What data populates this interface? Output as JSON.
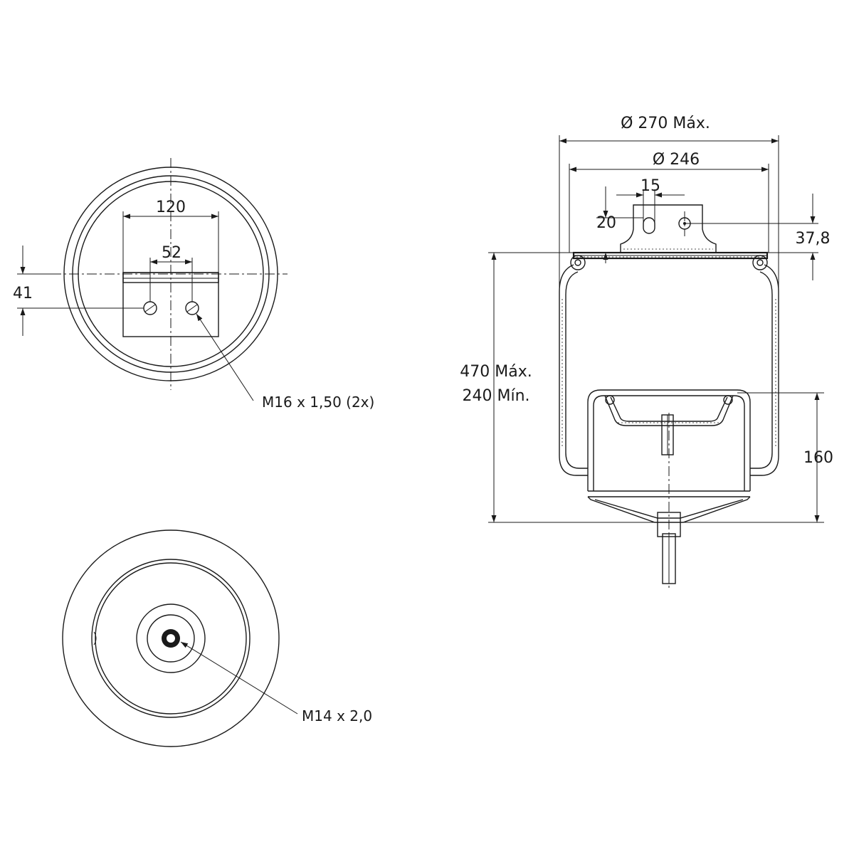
{
  "top_view": {
    "dim_width_outer": "120",
    "dim_width_inner": "52",
    "dim_offset": "41",
    "thread_callout": "M16 x 1,50 (2x)"
  },
  "bottom_view": {
    "thread_callout": "M14 x 2,0"
  },
  "side_view": {
    "dim_max_diameter": "270 Máx.",
    "dim_diameter": "246",
    "diameter_symbol": "Ø",
    "dim_stud_spacing": "15",
    "dim_stud_height": "20",
    "dim_plate_height": "37,8",
    "dim_height_max": "470 Máx.",
    "dim_height_min": "240 Mín.",
    "dim_piston_height": "160"
  }
}
